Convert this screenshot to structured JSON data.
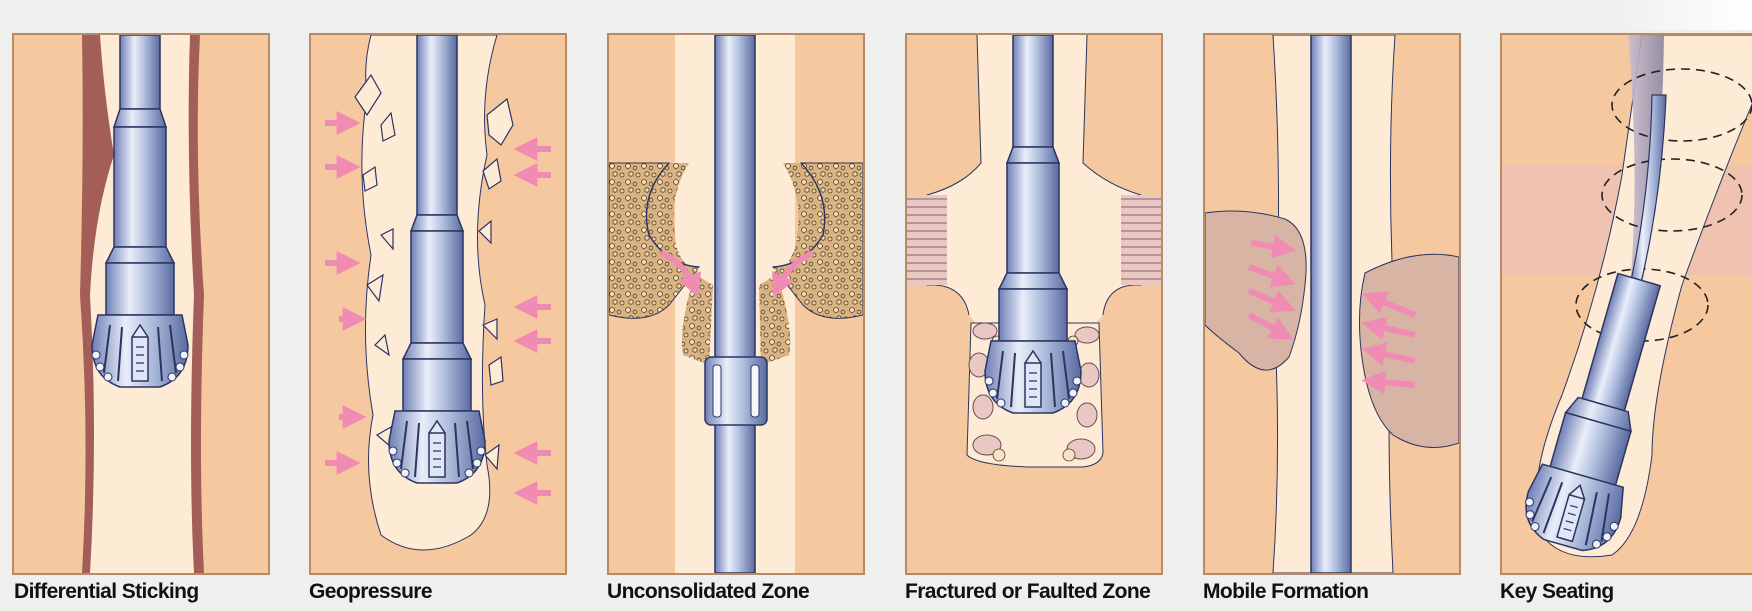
{
  "panels": [
    {
      "id": "differential",
      "caption": "Differential Sticking"
    },
    {
      "id": "geopressure",
      "caption": "Geopressure"
    },
    {
      "id": "unconsolidated",
      "caption": "Unconsolidated Zone"
    },
    {
      "id": "fractured",
      "caption": "Fractured or Faulted Zone"
    },
    {
      "id": "mobile",
      "caption": "Mobile Formation"
    },
    {
      "id": "keyseat",
      "caption": "Key Seating"
    }
  ],
  "colors": {
    "formation": "#f6c8a0",
    "borehole": "#fdebd6",
    "mudcake": "#a35e58",
    "pipe": "#b6c4e2",
    "pipe_dark": "#5d6fa8",
    "arrow": "#f08cb4",
    "mobile_rock": "#d7b4a4"
  },
  "icons": [
    "drill-bit-icon",
    "drill-pipe-icon",
    "pressure-arrow-icon"
  ]
}
